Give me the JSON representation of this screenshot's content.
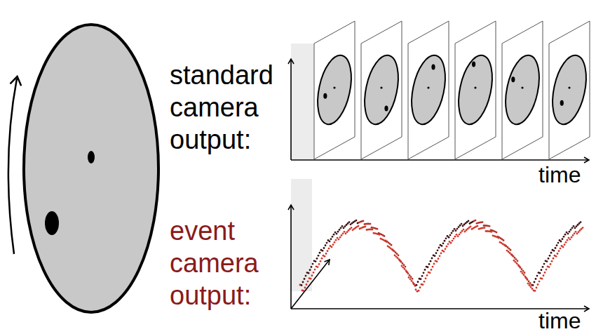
{
  "diagram": {
    "labels": [
      "standard camera output:",
      "time",
      "event camera output:",
      "time"
    ]
  }
}
